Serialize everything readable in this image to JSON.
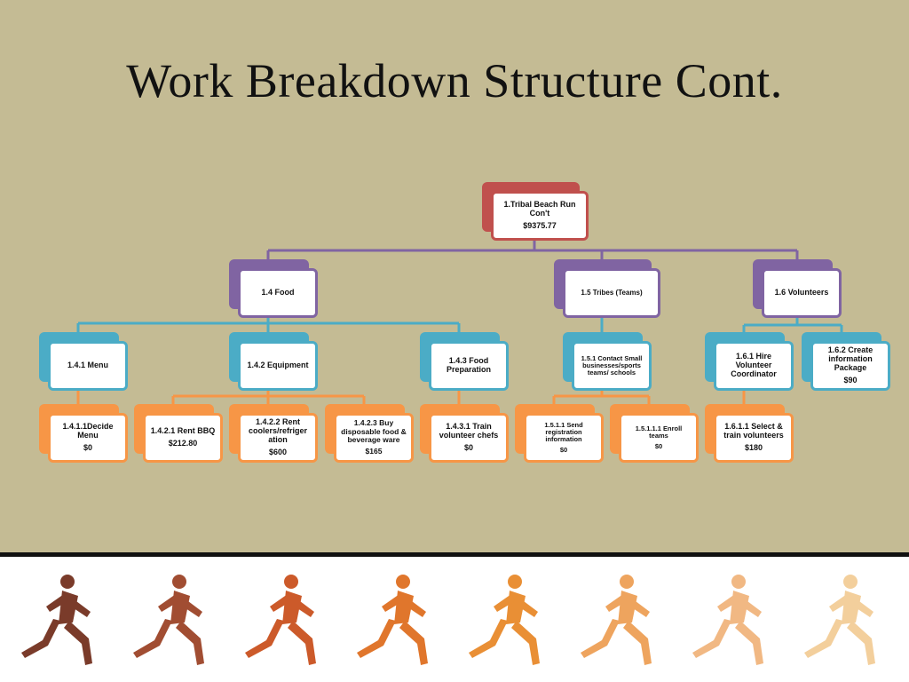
{
  "title": "Work Breakdown Structure Cont.",
  "colors": {
    "background": "#c4bb94",
    "level0": "#c0504d",
    "level1": "#8064a2",
    "level2": "#4bacc6",
    "level3": "#f79646",
    "footer": "#ffffff"
  },
  "footer_image": {
    "icon": "running-figures-icon",
    "colors": [
      "#7a3b2a",
      "#a14d32",
      "#cc5a2a",
      "#e0762c",
      "#e98f35",
      "#eea45e",
      "#f1b883",
      "#f3cf9c"
    ]
  },
  "nodes": {
    "root": {
      "label": "1.Tribal Beach Run Con't",
      "cost": "$9375.77"
    },
    "n14": {
      "label": "1.4 Food",
      "cost": ""
    },
    "n15": {
      "label": "1.5 Tribes (Teams)",
      "cost": ""
    },
    "n16": {
      "label": "1.6 Volunteers",
      "cost": ""
    },
    "n141": {
      "label": "1.4.1 Menu",
      "cost": ""
    },
    "n142": {
      "label": "1.4.2 Equipment",
      "cost": ""
    },
    "n143": {
      "label": "1.4.3 Food Preparation",
      "cost": ""
    },
    "n151": {
      "label": "1.5.1 Contact Small businesses/sports teams/ schools",
      "cost": ""
    },
    "n161": {
      "label": "1.6.1 Hire Volunteer Coordinator",
      "cost": ""
    },
    "n162": {
      "label": "1.6.2 Create information Package",
      "cost": "$90"
    },
    "n1411": {
      "label": "1.4.1.1Decide Menu",
      "cost": "$0"
    },
    "n1421": {
      "label": "1.4.2.1 Rent BBQ",
      "cost": "$212.80"
    },
    "n1422": {
      "label": "1.4.2.2 Rent coolers/refriger ation",
      "cost": "$600"
    },
    "n1423": {
      "label": "1.4.2.3 Buy disposable food & beverage ware",
      "cost": "$165"
    },
    "n1431": {
      "label": "1.4.3.1 Train volunteer chefs",
      "cost": "$0"
    },
    "n1511": {
      "label": "1.5.1.1 Send registration information",
      "cost": "$0"
    },
    "n15111": {
      "label": "1.5.1.1.1 Enroll teams",
      "cost": "$0"
    },
    "n1611": {
      "label": "1.6.1.1 Select & train volunteers",
      "cost": "$180"
    }
  }
}
